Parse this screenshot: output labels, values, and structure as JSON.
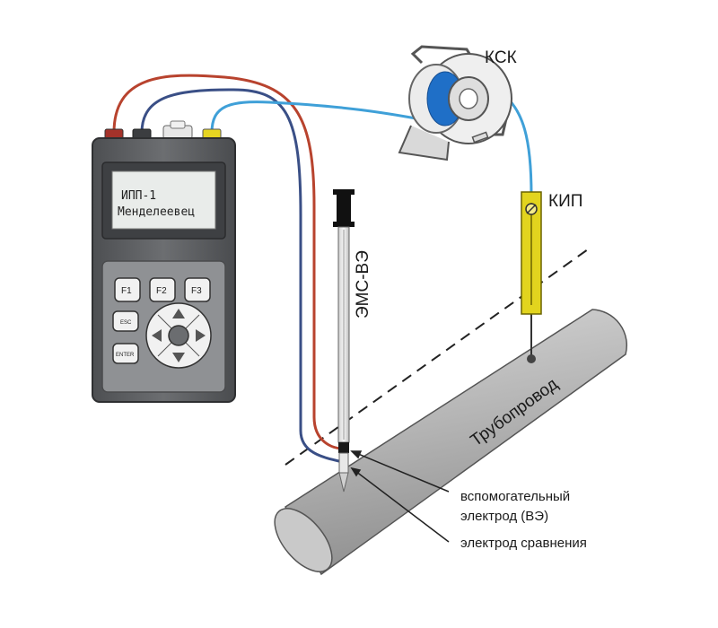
{
  "device": {
    "screen_line1": "ИПП-1",
    "screen_line2": "Менделеевец",
    "keys": {
      "f1": "F1",
      "f2": "F2",
      "f3": "F3",
      "esc": "ESC",
      "enter": "ENTER"
    }
  },
  "labels": {
    "ksk": "КСК",
    "kip": "КИП",
    "ems": "ЭМС-ВЭ",
    "pipe": "Трубопровод",
    "aux_electrode_line1": "вспомогательный",
    "aux_electrode_line2": "электрод (ВЭ)",
    "ref_electrode": "электрод сравнения"
  },
  "colors": {
    "red_wire": "#b8432e",
    "blue_wire": "#3a4f86",
    "light_blue_wire": "#3fa0d8",
    "device_body": "#5d5f62",
    "kip_yellow": "#e2d41e",
    "pipe": "#b9b9b9"
  }
}
